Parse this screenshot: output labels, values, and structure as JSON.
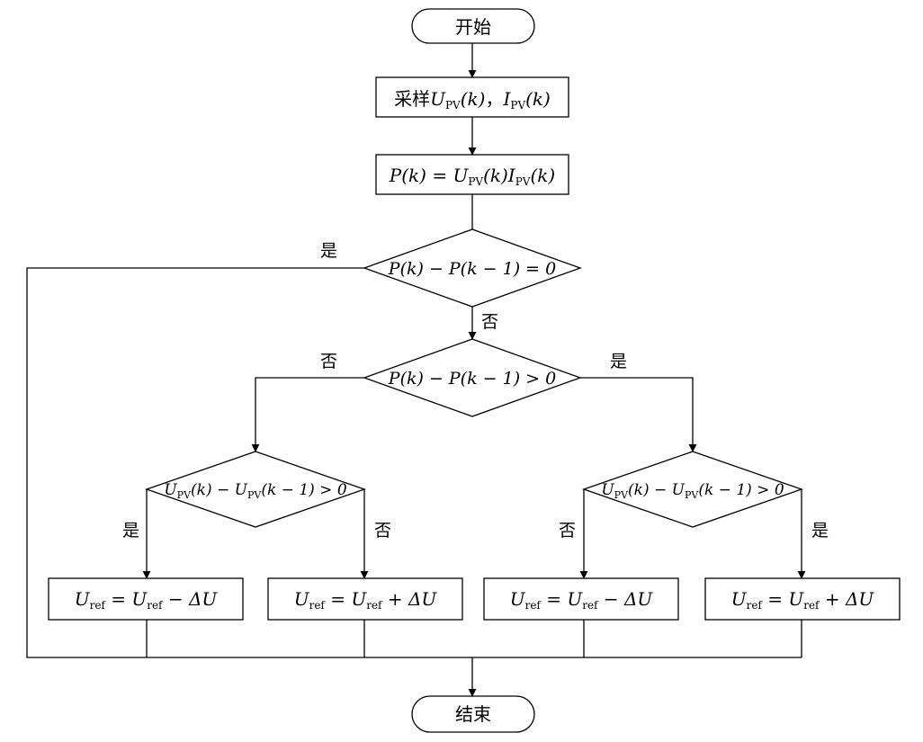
{
  "start": {
    "label": "开始"
  },
  "sample": {
    "prefix": "采样",
    "u": "U",
    "u_sub": "PV",
    "u_arg": "(k)",
    "sep": "，",
    "i": "I",
    "i_sub": "PV",
    "i_arg": "(k)"
  },
  "power": {
    "lhs": "P(k) = ",
    "u": "U",
    "u_sub": "PV",
    "u_arg": "(k)",
    "i": "I",
    "i_sub": "PV",
    "i_arg": "(k)"
  },
  "decision1": {
    "text": "P(k) − P(k − 1) = 0",
    "yes": "是",
    "no": "否"
  },
  "decision2": {
    "text": "P(k) − P(k − 1) > 0",
    "yes": "是",
    "no": "否"
  },
  "decision3": {
    "u1": "U",
    "s1": "PV",
    "a1": "(k) − ",
    "u2": "U",
    "s2": "PV",
    "a2": "(k − 1) > 0",
    "yes": "是",
    "no": "否"
  },
  "decision4": {
    "u1": "U",
    "s1": "PV",
    "a1": "(k) − ",
    "u2": "U",
    "s2": "PV",
    "a2": "(k − 1) > 0",
    "yes": "是",
    "no": "否"
  },
  "action1": {
    "u": "U",
    "sub": "ref",
    "eq": " = ",
    "u2": "U",
    "sub2": "ref",
    "op": " − ΔU"
  },
  "action2": {
    "u": "U",
    "sub": "ref",
    "eq": " = ",
    "u2": "U",
    "sub2": "ref",
    "op": " + ΔU"
  },
  "action3": {
    "u": "U",
    "sub": "ref",
    "eq": " = ",
    "u2": "U",
    "sub2": "ref",
    "op": " − ΔU"
  },
  "action4": {
    "u": "U",
    "sub": "ref",
    "eq": " = ",
    "u2": "U",
    "sub2": "ref",
    "op": " + ΔU"
  },
  "end": {
    "label": "结束"
  }
}
